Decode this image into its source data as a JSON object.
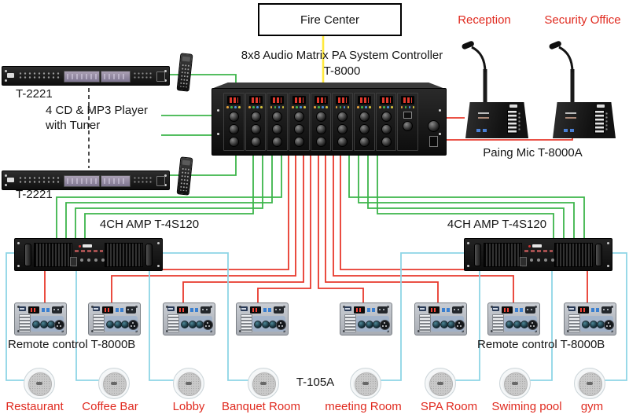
{
  "colors": {
    "wire_green": "#3cb54a",
    "wire_red": "#e8392c",
    "wire_cyan": "#8ed5e6",
    "wire_yellow": "#ffe93c",
    "label_red": "#e02a1f",
    "text_black": "#161616"
  },
  "fire_center": {
    "label": "Fire Center"
  },
  "controller": {
    "title": "8x8 Audio Matrix PA System Controller",
    "model": "T-8000"
  },
  "cd_players": {
    "unit1_model": "T-2221",
    "unit2_model": "T-2221",
    "note_line1": "4 CD & MP3 Player",
    "note_line2": "with Tuner"
  },
  "paging": {
    "mic1_location": "Reception",
    "mic2_location": "Security Office",
    "caption": "Paing Mic T-8000A"
  },
  "amps": {
    "left_label": "4CH AMP T-4S120",
    "right_label": "4CH AMP T-4S120"
  },
  "remotes": {
    "left_caption": "Remote control T-8000B",
    "right_caption": "Remote control T-8000B"
  },
  "speakers": {
    "model": "T-105A",
    "rooms": [
      "Restaurant",
      "Coffee Bar",
      "Lobby",
      "Banquet Room",
      "meeting Room",
      "SPA Room",
      "Swiming pool",
      "gym"
    ]
  }
}
